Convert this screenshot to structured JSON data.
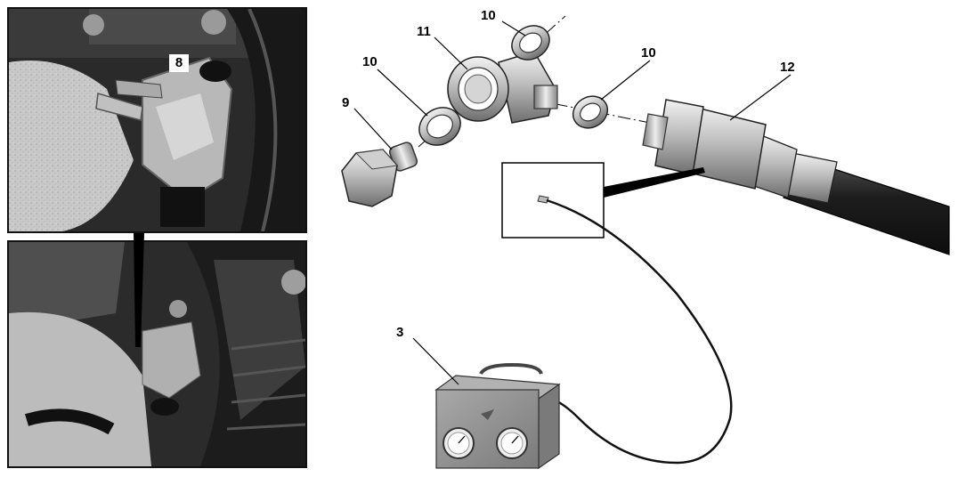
{
  "photos": {
    "top_label": "8"
  },
  "callouts": {
    "c3": "3",
    "c9": "9",
    "c10a": "10",
    "c10b": "10",
    "c10c": "10",
    "c11": "11",
    "c12": "12"
  },
  "colors": {
    "line": "#000000",
    "metal_light": "#e6e6e6",
    "metal_mid": "#a8a8a8",
    "metal_dark": "#555555",
    "hose": "#222222",
    "case": "#8f8f8f"
  }
}
